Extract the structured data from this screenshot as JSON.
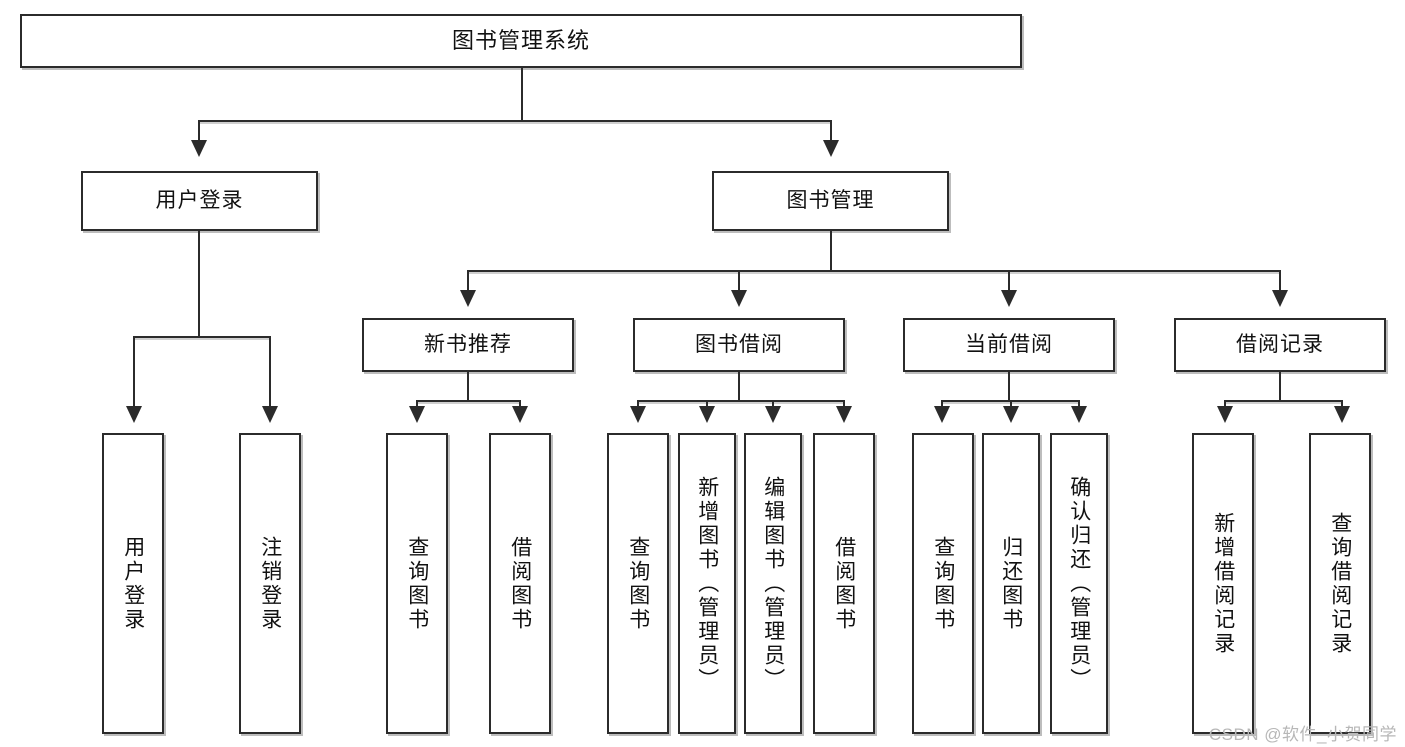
{
  "diagram": {
    "title": "图书管理系统",
    "type": "hierarchy-tree",
    "watermark": "CSDN @软件_小贺同学",
    "level2": [
      {
        "id": "user-login",
        "label": "用户登录"
      },
      {
        "id": "book-management",
        "label": "图书管理"
      }
    ],
    "level3": [
      {
        "id": "new-book-recommend",
        "label": "新书推荐"
      },
      {
        "id": "book-borrow",
        "label": "图书借阅"
      },
      {
        "id": "current-borrow",
        "label": "当前借阅"
      },
      {
        "id": "borrow-record",
        "label": "借阅记录"
      }
    ],
    "leaves": {
      "user_login": [
        {
          "id": "leaf-user-login",
          "label": "用户登录"
        },
        {
          "id": "leaf-logout-login",
          "label": "注销登录"
        }
      ],
      "new_book_recommend": [
        {
          "id": "leaf-query-book-1",
          "label": "查询图书"
        },
        {
          "id": "leaf-borrow-book-1",
          "label": "借阅图书"
        }
      ],
      "book_borrow": [
        {
          "id": "leaf-query-book-2",
          "label": "查询图书"
        },
        {
          "id": "leaf-add-book-admin",
          "label": "新增图书（管理员）"
        },
        {
          "id": "leaf-edit-book-admin",
          "label": "编辑图书（管理员）"
        },
        {
          "id": "leaf-borrow-book-2",
          "label": "借阅图书"
        }
      ],
      "current_borrow": [
        {
          "id": "leaf-query-book-3",
          "label": "查询图书"
        },
        {
          "id": "leaf-return-book",
          "label": "归还图书"
        },
        {
          "id": "leaf-confirm-return-admin",
          "label": "确认归还（管理员）"
        }
      ],
      "borrow_record": [
        {
          "id": "leaf-add-borrow-record",
          "label": "新增借阅记录"
        },
        {
          "id": "leaf-query-borrow-record",
          "label": "查询借阅记录"
        }
      ]
    },
    "colors": {
      "stroke": "#2b2b2b",
      "fill": "#ffffff",
      "shadow": "#bdbdbd",
      "watermark": "#b7b7b7"
    }
  }
}
